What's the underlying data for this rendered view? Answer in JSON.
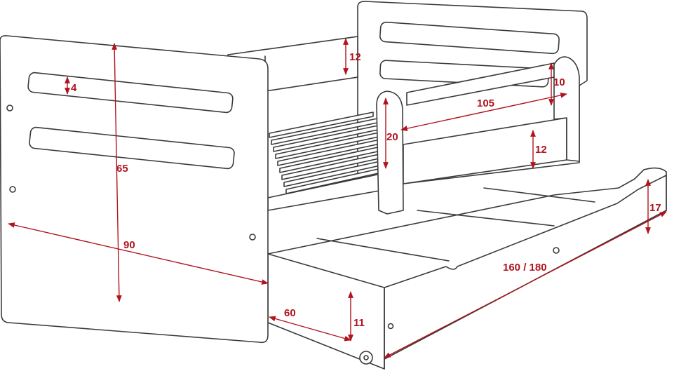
{
  "dimensions": {
    "end_panel_height": "65",
    "bed_width": "90",
    "front_slot_height": "4",
    "back_rail_height": "12",
    "barrier_height": "10",
    "barrier_length": "105",
    "rail_gap": "20",
    "side_rail_height": "12",
    "drawer_height_back": "17",
    "drawer_length": "160 / 180",
    "drawer_depth": "60",
    "drawer_front_height": "11"
  },
  "colors": {
    "outline": "#3a3a3a",
    "dimension": "#b0141e",
    "background": "#ffffff"
  }
}
